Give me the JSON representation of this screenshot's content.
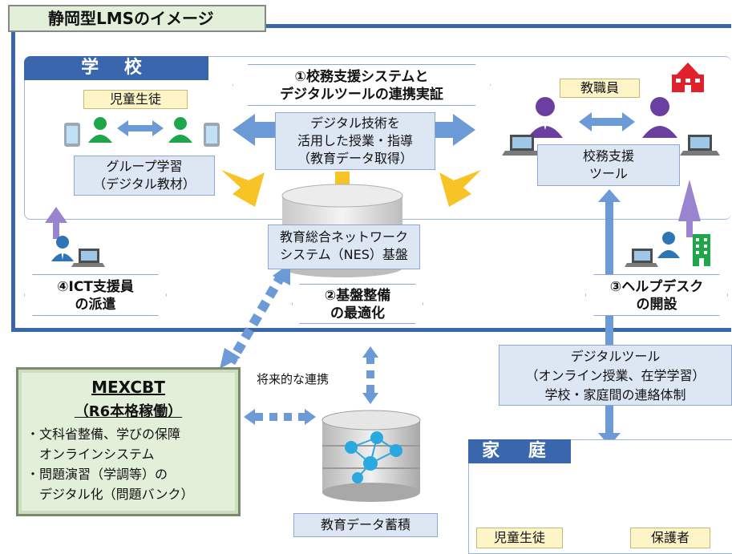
{
  "title": "静岡型LMSのイメージ",
  "school": {
    "label": "学 校",
    "students_tag": "児童生徒",
    "staff_tag": "教職員",
    "group_study": [
      "グループ学習",
      "（デジタル教材）"
    ],
    "center_box": [
      "デジタル技術を",
      "活用した授業・指導",
      "（教育データ取得）"
    ],
    "admin_tool": [
      "校務支援",
      "ツール"
    ],
    "nes": [
      "教育総合ネットワーク",
      "システム（NES）基盤"
    ]
  },
  "labels": {
    "item1": [
      "①校務支援システムと",
      "デジタルツールの連携実証"
    ],
    "item2": [
      "②基盤整備",
      "の最適化"
    ],
    "item3": [
      "③ヘルプデスク",
      "の開設"
    ],
    "item4": [
      "④ICT支援員",
      "の派遣"
    ]
  },
  "digital_tool": [
    "デジタルツール",
    "（オンライン授業、在学学習）",
    "学校・家庭間の連絡体制"
  ],
  "mexcbt": {
    "title": "MEXCBT",
    "subtitle": "（R6本格稼働）",
    "lines": [
      "・文科省整備、学びの保障",
      "　オンラインシステム",
      "・問題演習（学調等）の",
      "　デジタル化（問題バンク）"
    ]
  },
  "future_link": "将来的な連携",
  "data_store": "教育データ蓄積",
  "home": {
    "label": "家 庭",
    "students_tag": "児童生徒",
    "guardian_tag": "保護者"
  },
  "colors": {
    "frame_blue": "#3a66ad",
    "arrow_blue": "#6b9ad6",
    "yellow_arrow": "#f7c325",
    "person_green": "#1fa64a",
    "staff_purple": "#6b3fa0",
    "helper_blue": "#2e75b6",
    "support_arrow_purple": "#9b84cf",
    "school_icon_red": "#e0202a"
  }
}
